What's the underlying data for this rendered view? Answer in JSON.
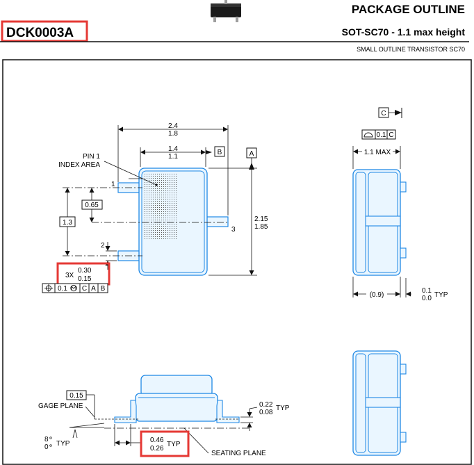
{
  "header": {
    "part_number": "DCK0003A",
    "title": "PACKAGE OUTLINE",
    "subtitle": "SOT-SC70 - 1.1 max height",
    "description": "SMALL OUTLINE TRANSISTOR SC70"
  },
  "top_view": {
    "width_max": "2.4",
    "width_min": "1.8",
    "body_max": "1.4",
    "body_min": "1.1",
    "datum_b": "B",
    "datum_a": "A",
    "pin1_label_line1": "PIN 1",
    "pin1_label_line2": "INDEX AREA",
    "pin1": "1",
    "pin2": "2",
    "pin3": "3",
    "pitch_box": "0.65",
    "span_box": "1.3",
    "height_max": "2.15",
    "height_min": "1.85",
    "lead_count": "3X",
    "lead_max": "0.30",
    "lead_min": "0.15",
    "fcf_value": "0.1",
    "fcf_c": "C",
    "fcf_a": "A",
    "fcf_b": "B"
  },
  "side_view": {
    "datum_c": "C",
    "flatness_value": "0.1",
    "flatness_datum": "C",
    "height_max": "1.1 MAX",
    "ref_dim": "(0.9)",
    "standoff_max": "0.1",
    "standoff_min": "0.0",
    "standoff_typ": "TYP"
  },
  "front_view": {
    "gage_box": "0.15",
    "gage_label": "GAGE PLANE",
    "angle_max": "8",
    "angle_min": "0",
    "angle_typ": "TYP",
    "thick_max": "0.22",
    "thick_min": "0.08",
    "thick_typ": "TYP",
    "foot_max": "0.46",
    "foot_min": "0.26",
    "foot_typ": "TYP",
    "seating_label": "SEATING PLANE"
  },
  "colors": {
    "outline": "#1e88e5",
    "body_fill": "#eaf6ff",
    "highlight": "#e53935",
    "text": "#111111"
  }
}
